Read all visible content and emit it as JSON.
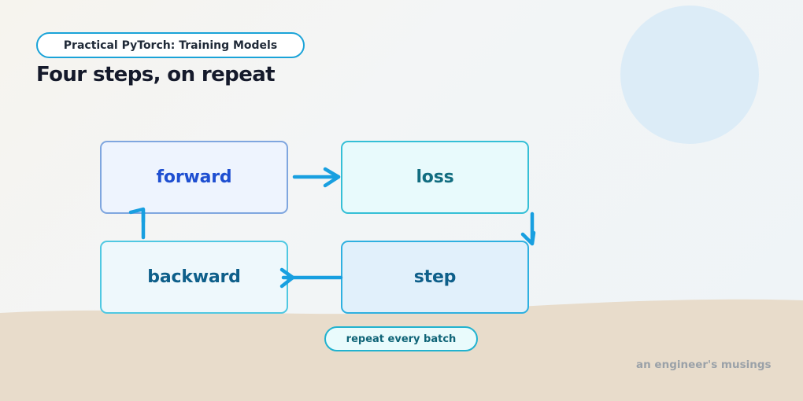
{
  "header": {
    "series_label": "Practical PyTorch: Training Models",
    "title": "Four steps, on repeat"
  },
  "steps": {
    "forward": "forward",
    "loss": "loss",
    "backward": "backward",
    "step": "step"
  },
  "loop_label": "repeat every batch",
  "footer": "an engineer's musings",
  "colors": {
    "accent": "#1aa3d8",
    "arrow": "#189fe0",
    "title": "#151a2b",
    "sand": "#e8dccb",
    "sun": "#dcecf7"
  }
}
